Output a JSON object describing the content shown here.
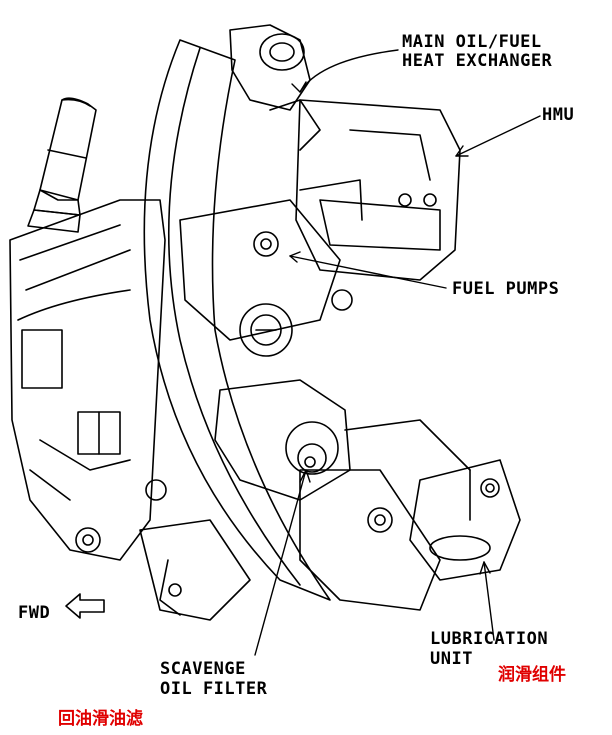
{
  "labels": {
    "main_oil_fuel_hx_line1": "MAIN OIL/FUEL",
    "main_oil_fuel_hx_line2": "HEAT EXCHANGER",
    "hmu": "HMU",
    "fuel_pumps": "FUEL PUMPS",
    "fwd": "FWD",
    "scavenge_line1": "SCAVENGE",
    "scavenge_line2": "OIL FILTER",
    "lubrication_line1": "LUBRICATION",
    "lubrication_line2": "UNIT"
  },
  "annotations": {
    "lubrication_unit_cn": "润滑组件",
    "scavenge_oil_filter_cn": "回油滑油滤"
  },
  "colors": {
    "ink": "#000000",
    "annotation": "#e00000",
    "background": "#ffffff"
  }
}
